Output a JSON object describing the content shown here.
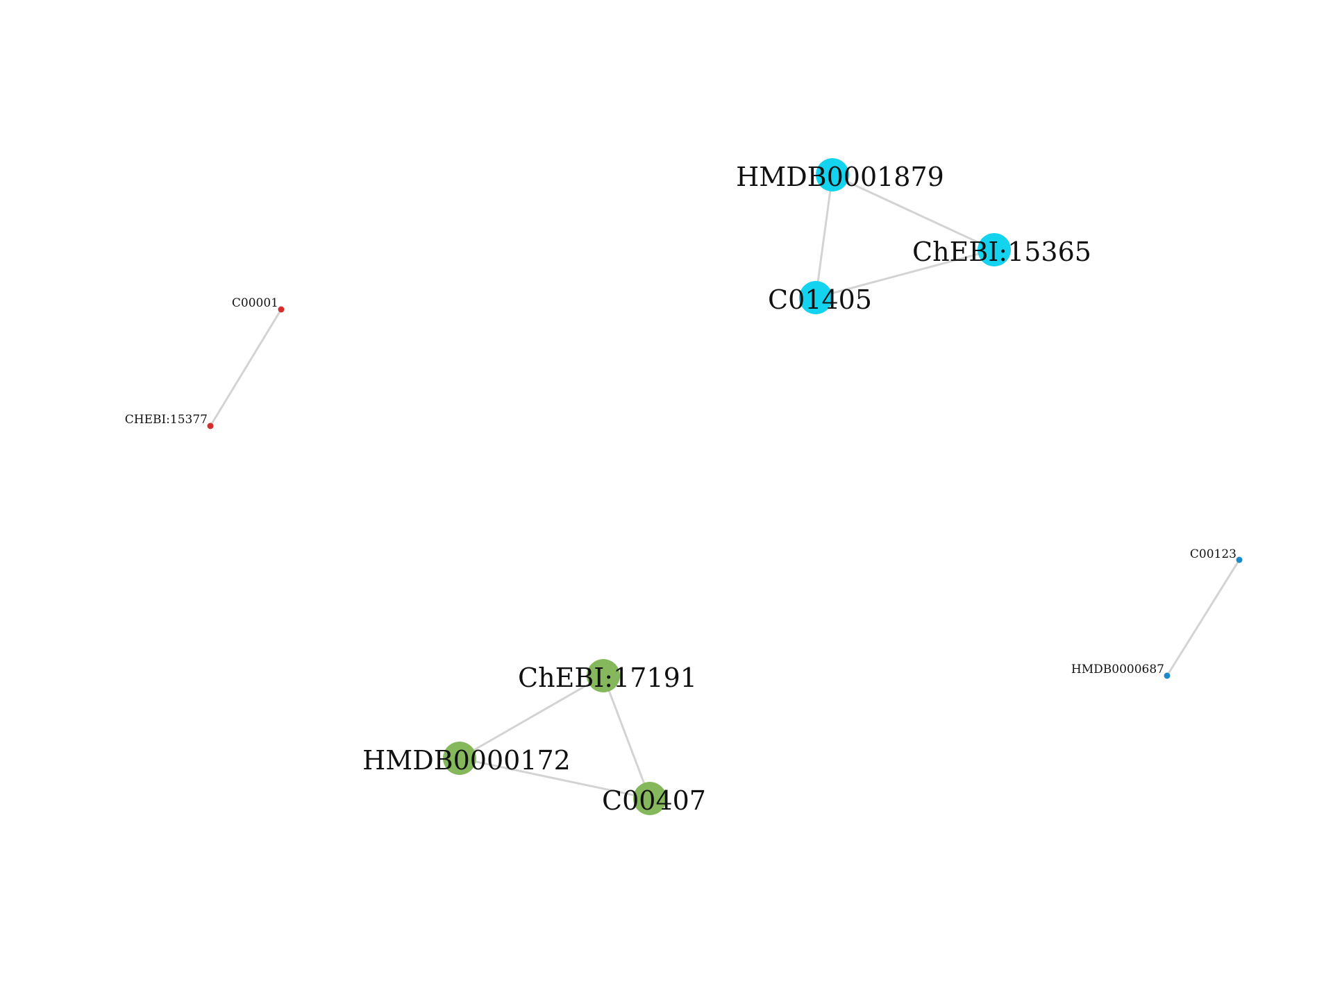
{
  "network": {
    "components": [
      {
        "color": "#d42d2d",
        "size": "small",
        "nodes": [
          "C00001",
          "CHEBI:15377"
        ],
        "edges": [
          [
            "C00001",
            "CHEBI:15377"
          ]
        ]
      },
      {
        "color": "#13d3ef",
        "size": "large",
        "nodes": [
          "HMDB0001879",
          "ChEBI:15365",
          "C01405"
        ],
        "edges": [
          [
            "HMDB0001879",
            "ChEBI:15365"
          ],
          [
            "HMDB0001879",
            "C01405"
          ],
          [
            "C01405",
            "ChEBI:15365"
          ]
        ]
      },
      {
        "color": "#85b85c",
        "size": "large",
        "nodes": [
          "ChEBI:17191",
          "HMDB0000172",
          "C00407"
        ],
        "edges": [
          [
            "ChEBI:17191",
            "HMDB0000172"
          ],
          [
            "ChEBI:17191",
            "C00407"
          ],
          [
            "HMDB0000172",
            "C00407"
          ]
        ]
      },
      {
        "color": "#1b8ac7",
        "size": "small",
        "nodes": [
          "C00123",
          "HMDB0000687"
        ],
        "edges": [
          [
            "C00123",
            "HMDB0000687"
          ]
        ]
      }
    ]
  }
}
